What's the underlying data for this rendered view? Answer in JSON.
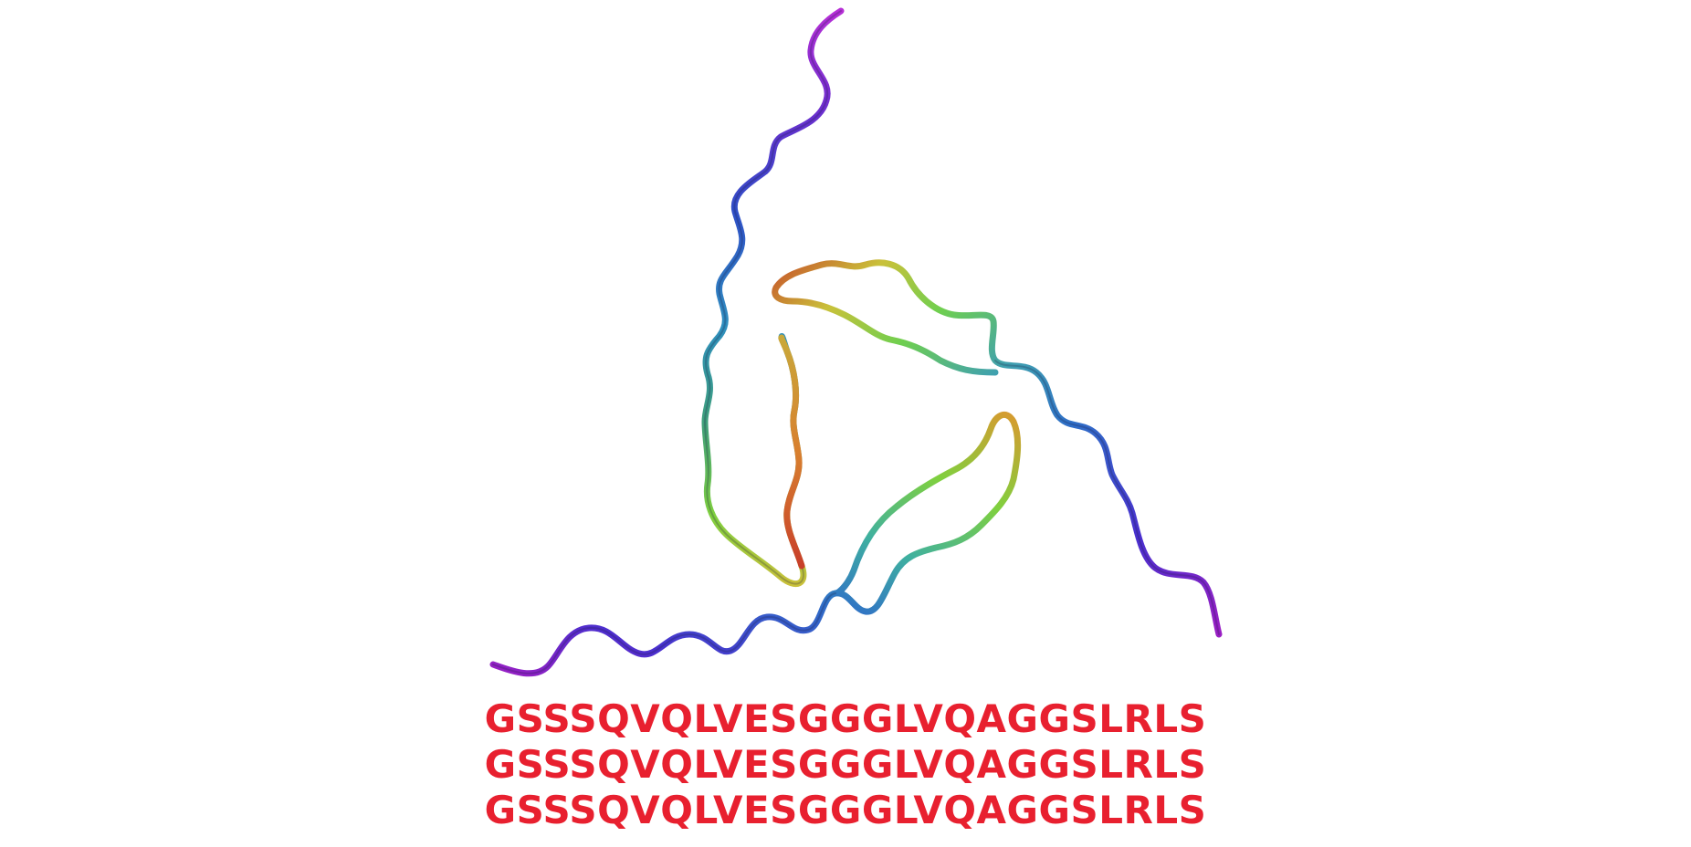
{
  "sequences": [
    "GSSSQVQLVESGGGLVQAGGSLRLS",
    "GSSSQVQLVESGGGLVQAGGSLRLS",
    "GSSSQVQLVESGGGLVQAGGSLRLS"
  ],
  "colors": {
    "sequence_text": "#e8202f",
    "ribbon_gradient": [
      "#9a1fc4",
      "#5a2fd0",
      "#2f4fc8",
      "#2f8fbf",
      "#3fb89a",
      "#6fcf3f",
      "#c9c13a",
      "#d8782f",
      "#c83f2a"
    ],
    "background": "#ffffff"
  }
}
